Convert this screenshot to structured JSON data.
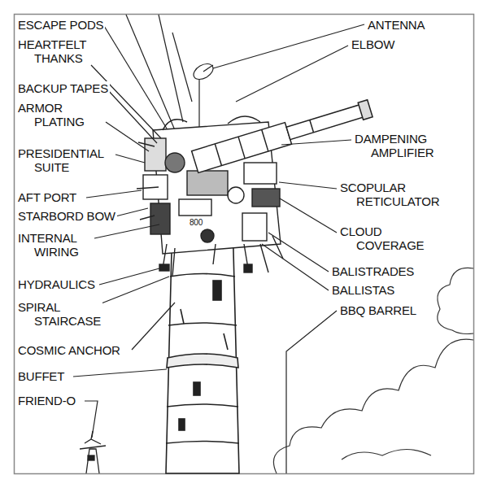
{
  "diagram": {
    "labels": [
      "ESCAPE PODS",
      "HEARTFELT THANKS",
      "BACKUP TAPES",
      "ARMOR PLATING",
      "PRESIDENTIAL SUITE",
      "AFT PORT",
      "STARBORD BOW",
      "INTERNAL WIRING",
      "HYDRAULICS",
      "SPIRAL STAIRCASE",
      "COSMIC ANCHOR",
      "BUFFET",
      "FRIEND-O",
      "ANTENNA",
      "ELBOW",
      "DAMPENING AMPLIFIER",
      "SCOPULAR RETICULATOR",
      "CLOUD COVERAGE",
      "BALISTRADES",
      "BALLISTAS",
      "BBQ BARREL",
      "800"
    ]
  }
}
